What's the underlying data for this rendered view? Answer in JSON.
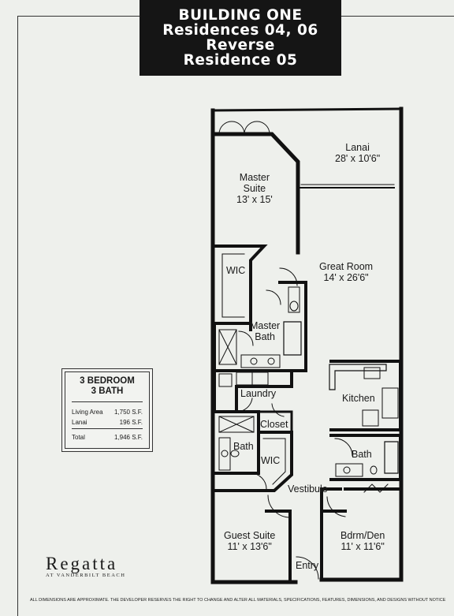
{
  "title": {
    "line1": "BUILDING ONE",
    "line2": "Residences 04, 06",
    "line3": "Reverse",
    "line4": "Residence 05"
  },
  "rooms": {
    "lanai": {
      "name": "Lanai",
      "size": "28' x 10'6\""
    },
    "master_suite": {
      "name1": "Master",
      "name2": "Suite",
      "size": "13' x 15'"
    },
    "great_room": {
      "name": "Great Room",
      "size": "14' x 26'6\""
    },
    "wic_master": "WIC",
    "master_bath": {
      "name1": "Master",
      "name2": "Bath"
    },
    "kitchen": "Kitchen",
    "laundry": "Laundry",
    "closet": "Closet",
    "bath_left": "Bath",
    "wic_guest": "WIC",
    "bath_right": "Bath",
    "vestibule": "Vestibule",
    "guest_suite": {
      "name": "Guest Suite",
      "size": "11' x 13'6\""
    },
    "bdrm_den": {
      "name": "Bdrm/Den",
      "size": "11' x 11'6\""
    },
    "entry": "Entry"
  },
  "info_box": {
    "heading1": "3 BEDROOM",
    "heading2": "3 BATH",
    "rows": [
      {
        "label": "Living Area",
        "value": "1,750 S.F."
      },
      {
        "label": "Lanai",
        "value": "196 S.F."
      }
    ],
    "total": {
      "label": "Total",
      "value": "1,946 S.F."
    }
  },
  "brand": {
    "logo": "Regatta",
    "tagline": "AT VANDERBILT BEACH"
  },
  "disclaimer": "ALL DIMENSIONS ARE APPROXIMATE. THE DEVELOPER RESERVES THE RIGHT TO CHANGE AND ALTER ALL MATERIALS, SPECIFICATIONS, FEATURES, DIMENSIONS, AND DESIGNS WITHOUT NOTICE"
}
